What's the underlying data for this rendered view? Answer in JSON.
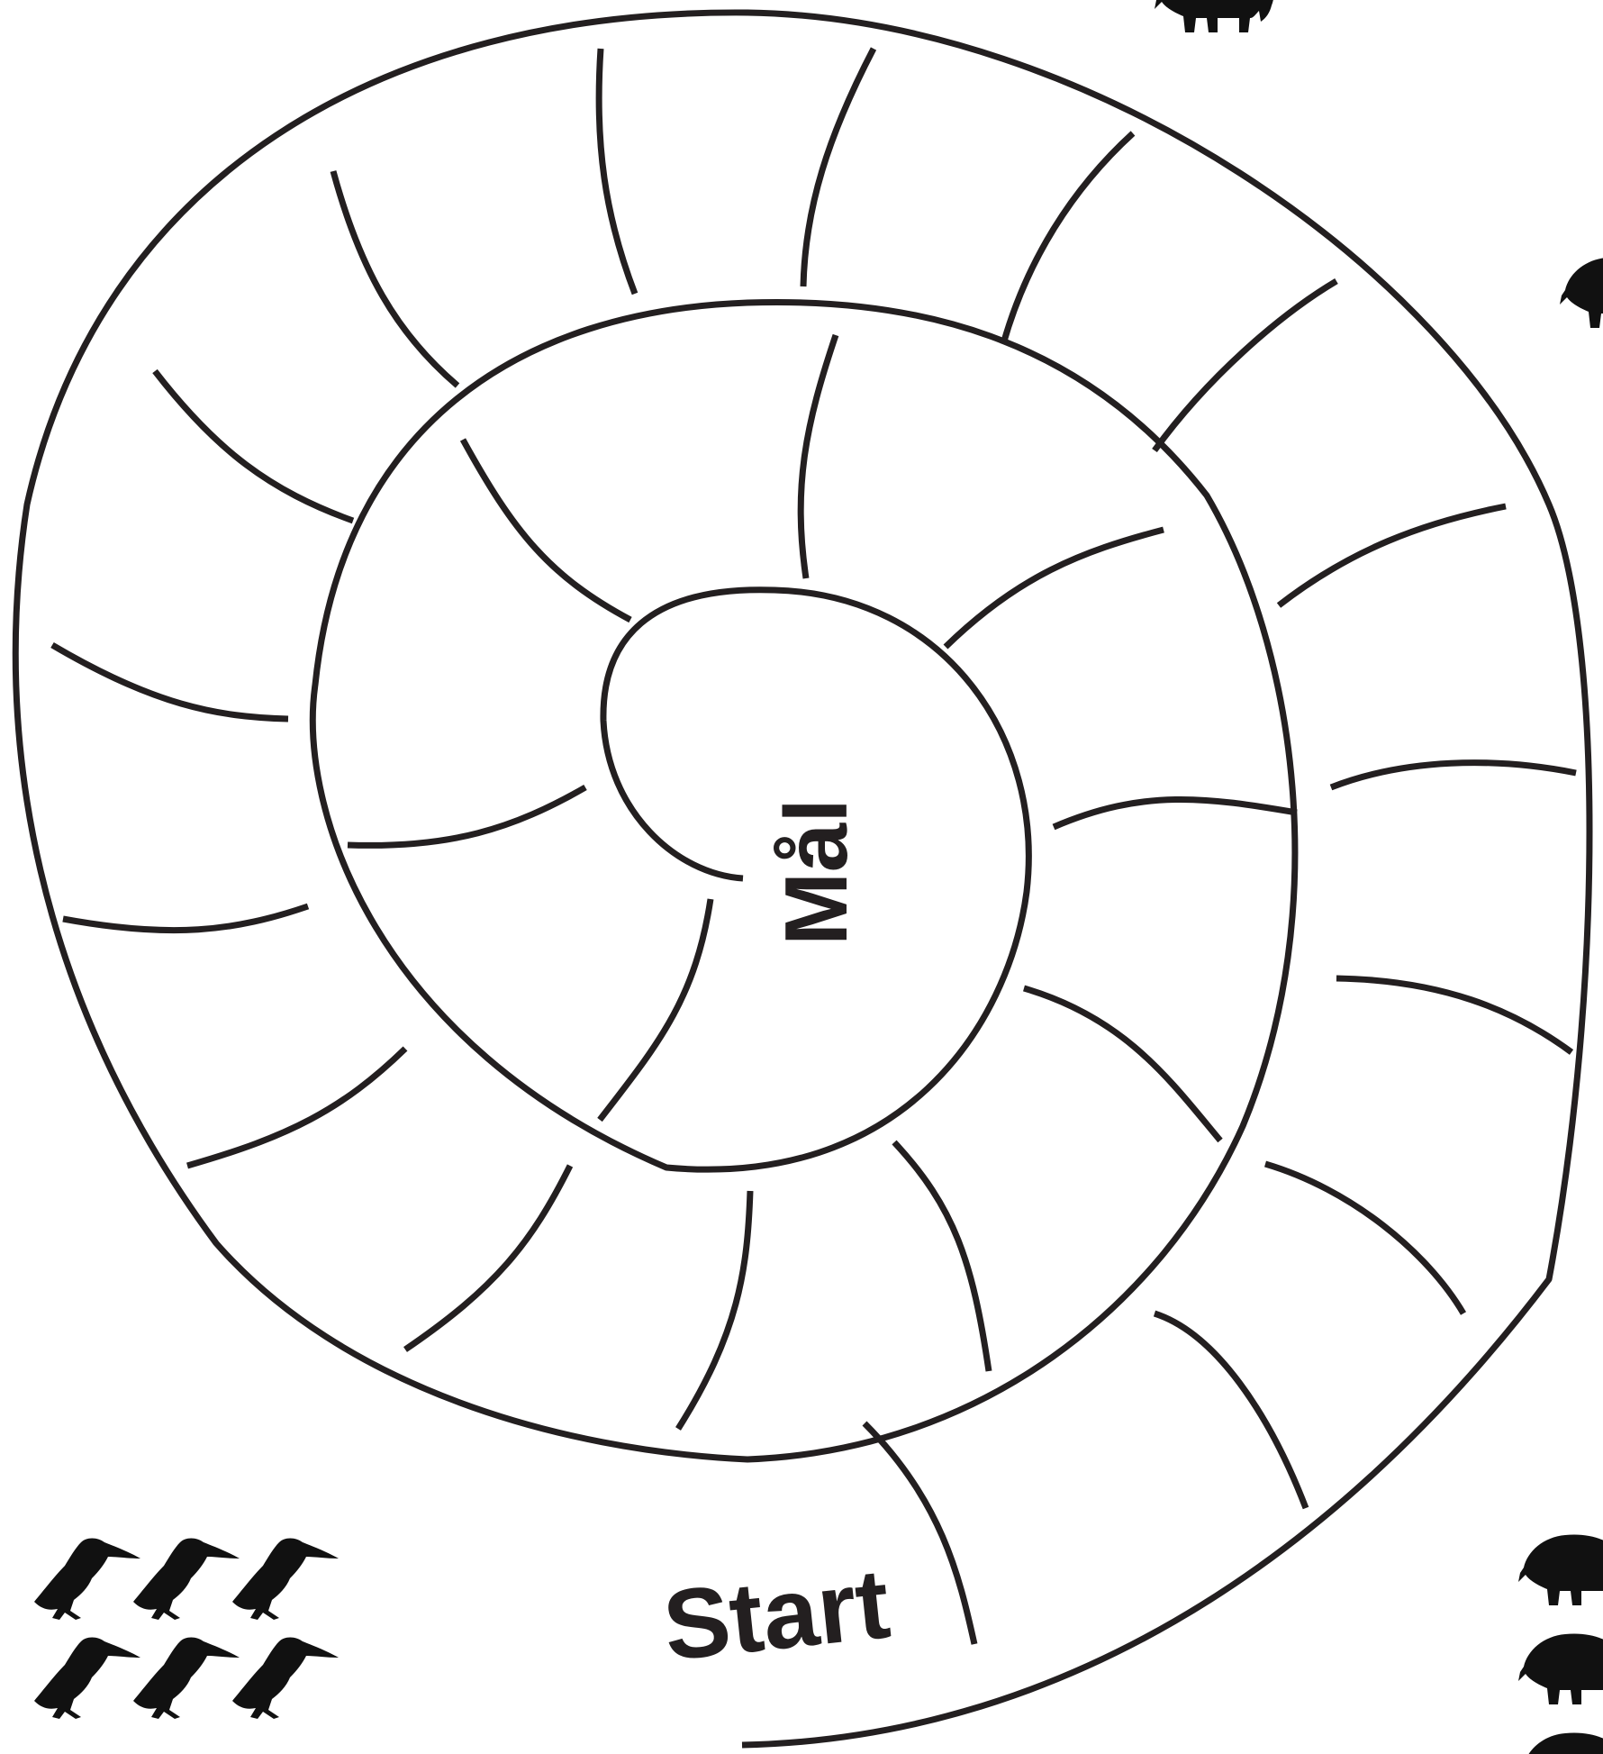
{
  "game": {
    "labels": {
      "start": "Start",
      "goal": "Mål"
    },
    "colors": {
      "ink": "#231f20",
      "background": "#ffffff",
      "silhouette": "#111111"
    },
    "pieces": {
      "bottom_left": "pelican-silhouette",
      "bottom_right": "elephant-silhouette",
      "top_right": "elephant-silhouette",
      "right_edge": "elephant-silhouette"
    },
    "pelican_count": 6,
    "elephant_count_bottom_right": 3
  }
}
